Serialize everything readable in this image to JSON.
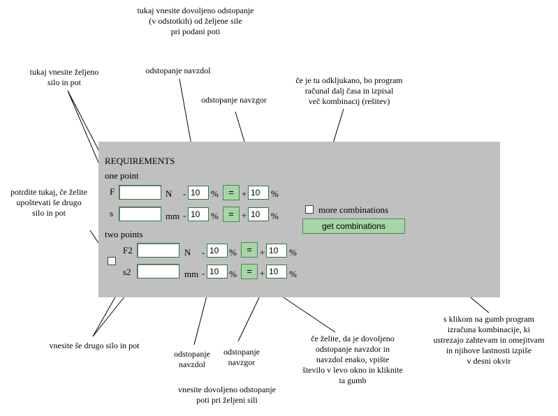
{
  "annotations": {
    "top_allowed_deviation": "tukaj vnesite dovoljeno odstopanje\n(v odstotkih) od željene sile\npri podani poti",
    "enter_force_path": "tukaj vnesite željeno\nsilo in pot",
    "deviation_down_top": "odstopanje navzdol",
    "deviation_up_top": "odstopanje navzgor",
    "more_combinations_note": "če je tu odkljukano, bo program\nračunal dalj časa in izpisal\nveč kombinacij (rešitev)",
    "confirm_second": "potrdite tukaj, če želite\nupoštevati še drugo\nsilo in pot",
    "enter_second_force": "vnesite še drugo silo in pot",
    "deviation_down_bottom": "odstopanje\nnavzdol",
    "deviation_up_bottom": "odstopanje\nnavzgor",
    "equal_note": "če želite, da je dovoljeno\nodstopanje navzdor in\nnavzdol enako, vpište\nštevilo v levo okno in kliknite\nta gumb",
    "get_button_note": "s klikom na gumb program\nizračuna kombinacije, ki\nustrezajo zahtevam in omejitvam\nin njihove lastnosti izpiše\nv desni okvir",
    "bottom_allowed_deviation": "vnesite dovoljeno odstopanje\npoti pri željeni sili"
  },
  "panel": {
    "title": "REQUIREMENTS",
    "one_point": {
      "heading": "one point",
      "rows": [
        {
          "label": "F",
          "value": "",
          "unit": "N",
          "minus_sign": "-",
          "minus_value": "10",
          "pct1": "%",
          "eq_label": "=",
          "plus_sign": "+",
          "plus_value": "10",
          "pct2": "%"
        },
        {
          "label": "s",
          "value": "",
          "unit": "mm",
          "minus_sign": "-",
          "minus_value": "10",
          "pct1": "%",
          "eq_label": "=",
          "plus_sign": "+",
          "plus_value": "10",
          "pct2": "%"
        }
      ]
    },
    "two_points": {
      "heading": "two points",
      "rows": [
        {
          "label": "F2",
          "value": "",
          "unit": "N",
          "minus_sign": "-",
          "minus_value": "10",
          "pct1": "%",
          "eq_label": "=",
          "plus_sign": "+",
          "plus_value": "10",
          "pct2": "%"
        },
        {
          "label": "s2",
          "value": "",
          "unit": "mm",
          "minus_sign": "-",
          "minus_value": "10",
          "pct1": "%",
          "eq_label": "=",
          "plus_sign": "+",
          "plus_value": "10",
          "pct2": "%"
        }
      ]
    },
    "more_combinations_label": "more combinations",
    "get_combinations_label": "get combinations"
  }
}
